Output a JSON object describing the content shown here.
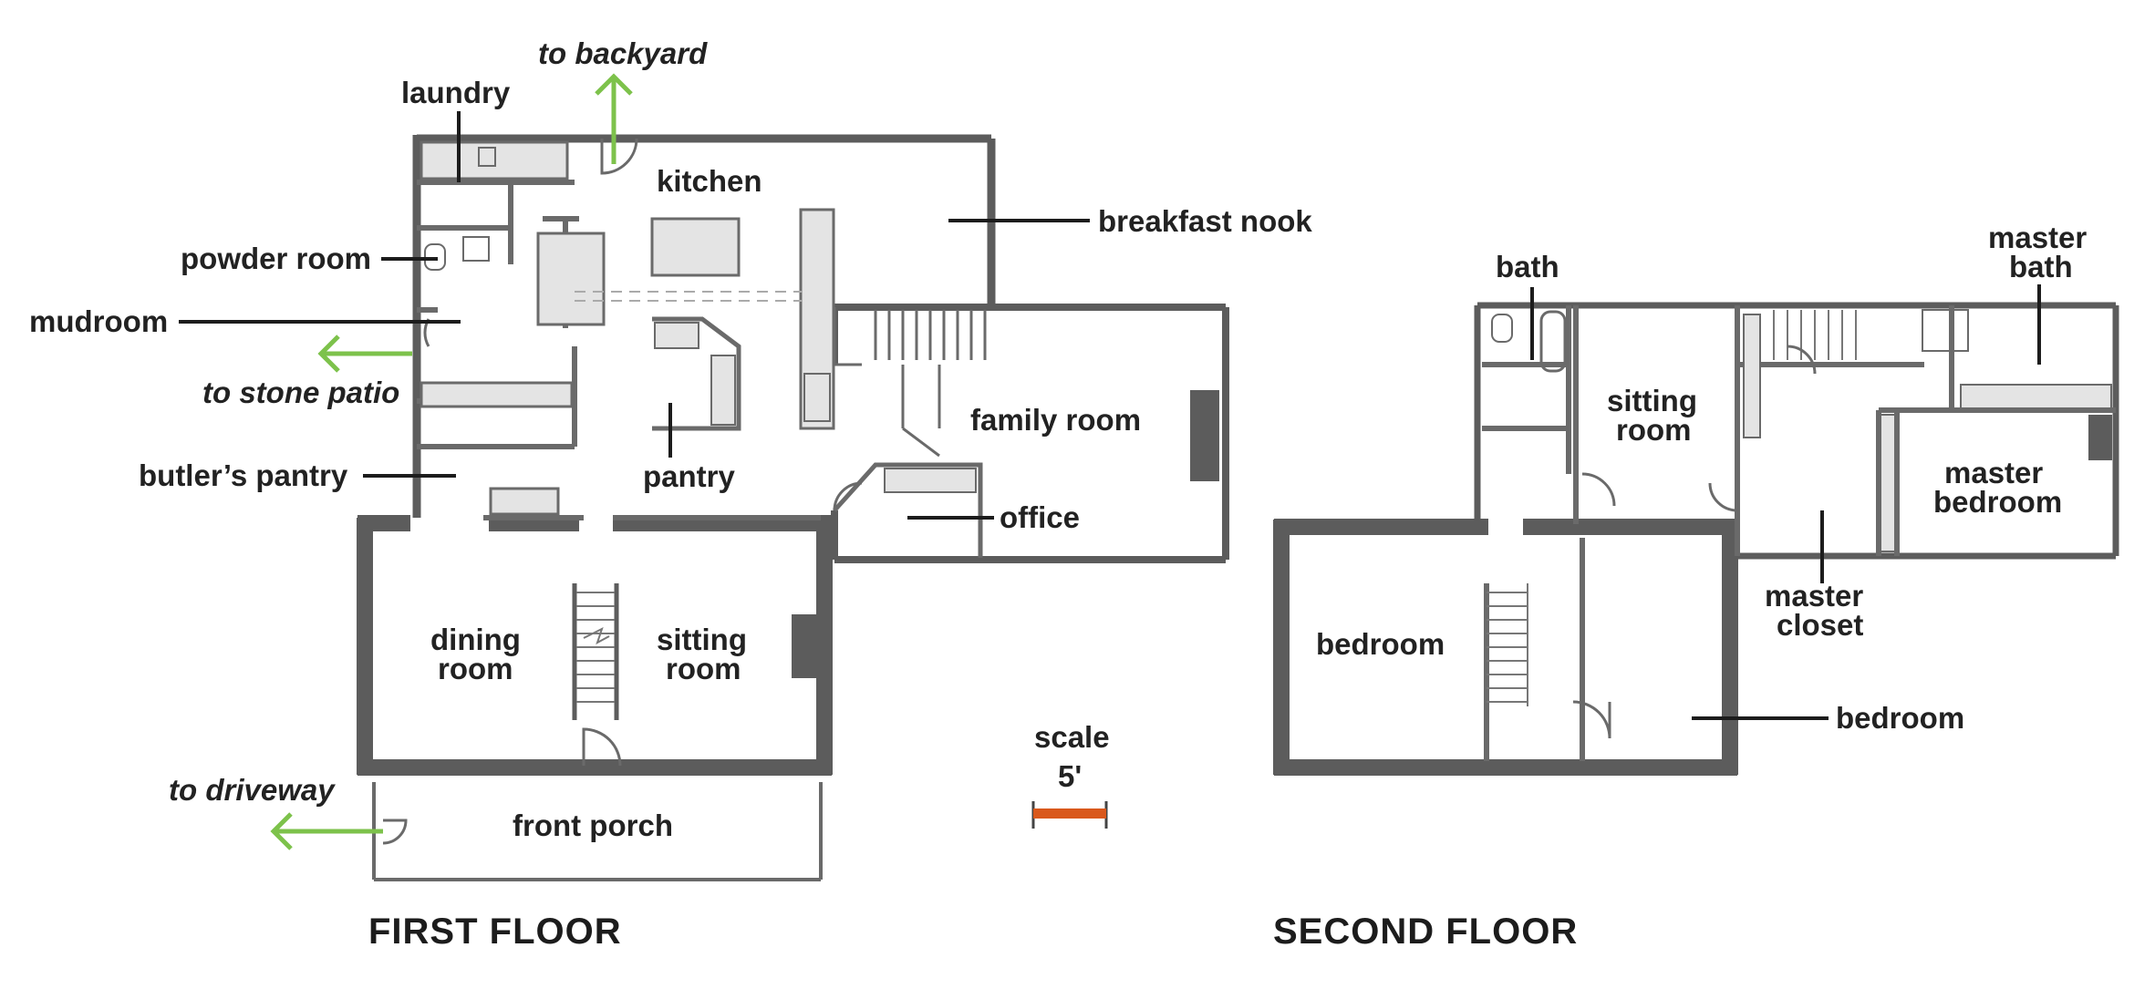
{
  "colors": {
    "wall": "#5c5c5c",
    "thin_wall": "#6a6a6a",
    "arrow": "#7dc24b",
    "floor_title": "#1f5f8f",
    "scale_bar": "#d9581c",
    "fixture_fill": "#e4e4e4",
    "leader": "#1c1c1c"
  },
  "first_floor": {
    "title": "FIRST FLOOR",
    "rooms": {
      "kitchen": "kitchen",
      "family_room": "family room",
      "pantry": "pantry",
      "dining_room": [
        "dining",
        "room"
      ],
      "sitting_room": [
        "sitting",
        "room"
      ],
      "front_porch": "front porch"
    },
    "callouts": {
      "laundry": "laundry",
      "powder_room": "powder room",
      "mudroom": "mudroom",
      "butlers_pantry": "butler’s pantry",
      "breakfast_nook": "breakfast nook",
      "office": "office"
    },
    "exits": {
      "backyard": "to backyard",
      "stone_patio": "to stone patio",
      "driveway": "to driveway"
    }
  },
  "second_floor": {
    "title": "SECOND FLOOR",
    "rooms": {
      "sitting_room": [
        "sitting",
        "room"
      ],
      "master_bedroom": [
        "master",
        "bedroom"
      ],
      "bedroom_left": "bedroom"
    },
    "callouts": {
      "bath": "bath",
      "master_bath": [
        "master",
        "bath"
      ],
      "master_closet": [
        "master",
        "closet"
      ],
      "bedroom_right": "bedroom"
    }
  },
  "scale": {
    "label": "scale",
    "value": "5'"
  },
  "icons": {
    "exit_arrow": "arrow-icon",
    "door": "door-swing-icon",
    "stair": "stair-icon",
    "window": "window-icon"
  }
}
